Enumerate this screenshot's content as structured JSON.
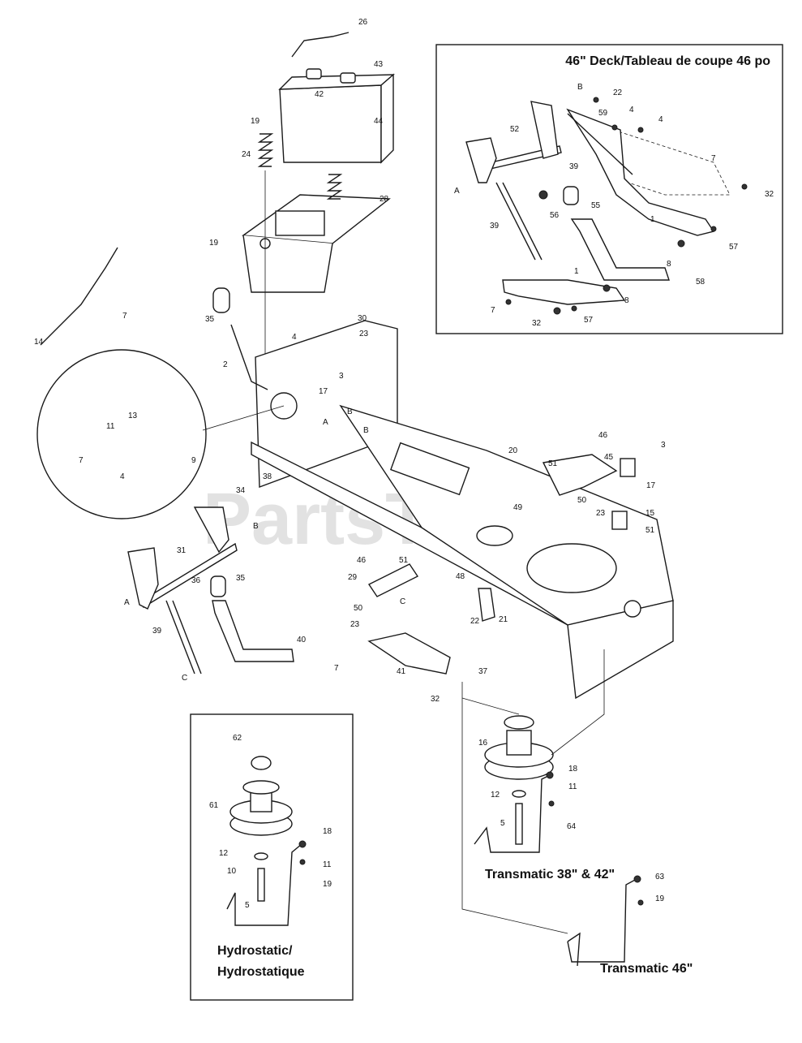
{
  "watermark": "PartsTree",
  "watermark_tm": "™",
  "captions": {
    "deck46": "46\" Deck/Tableau de coupe 46 po",
    "transmatic3842": "Transmatic 38\" & 42\"",
    "transmatic46": "Transmatic 46\"",
    "hydro_line1": "Hydrostatic/",
    "hydro_line2": "Hydrostatique"
  },
  "callouts": [
    "26",
    "43",
    "42",
    "44",
    "19",
    "24",
    "28",
    "19",
    "14",
    "7",
    "35",
    "2",
    "30",
    "4",
    "23",
    "3",
    "17",
    "B",
    "A",
    "B",
    "11",
    "13",
    "9",
    "7",
    "4",
    "34",
    "38",
    "20",
    "46",
    "45",
    "3",
    "51",
    "17",
    "50",
    "23",
    "15",
    "51",
    "49",
    "31",
    "B",
    "36",
    "35",
    "A",
    "39",
    "40",
    "C",
    "46",
    "51",
    "29",
    "50",
    "23",
    "48",
    "22",
    "21",
    "C",
    "7",
    "41",
    "37",
    "32",
    "B",
    "22",
    "4",
    "4",
    "59",
    "52",
    "39",
    "7",
    "A",
    "56",
    "55",
    "32",
    "1",
    "57",
    "8",
    "39",
    "1",
    "58",
    "8",
    "7",
    "32",
    "57",
    "16",
    "18",
    "12",
    "11",
    "64",
    "5",
    "63",
    "19",
    "62",
    "61",
    "18",
    "12",
    "11",
    "10",
    "19",
    "5"
  ]
}
